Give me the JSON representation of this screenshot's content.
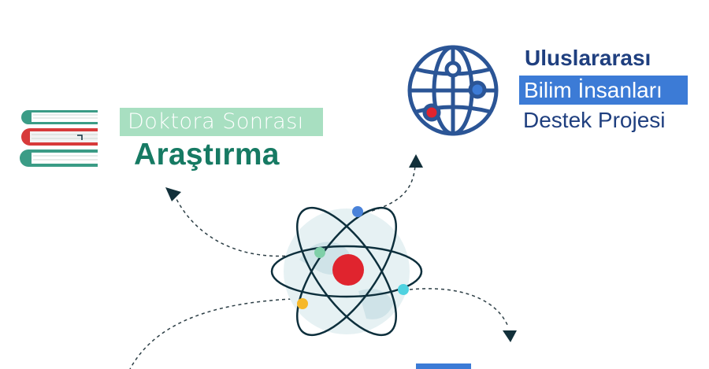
{
  "research_block": {
    "line1": "Doktora Sonrası",
    "line2": "Araştırma",
    "icon": "books-icon"
  },
  "international_block": {
    "line1": "Uluslararası",
    "line2": "Bilim İnsanları",
    "line3": "Destek Projesi",
    "icon": "globe-network-icon"
  },
  "center": {
    "icon": "atom-icon"
  },
  "colors": {
    "teal_dark": "#167a63",
    "mint": "#a8dfc1",
    "navy": "#1f3f7f",
    "blue": "#3c7bd6",
    "red": "#e0242e",
    "orbit": "#0d2f3c"
  }
}
